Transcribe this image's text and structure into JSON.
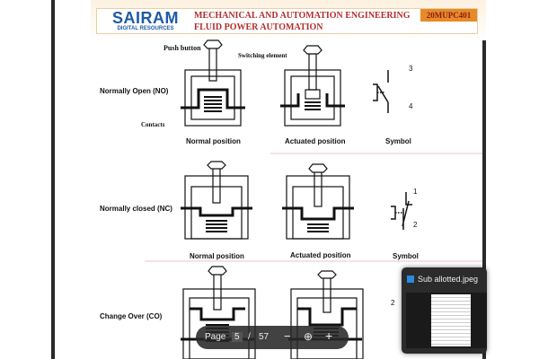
{
  "header": {
    "logo_main": "SAIRAM",
    "logo_sub": "DIGITAL RESOURCES",
    "dept": "MECHANICAL AND AUTOMATION ENGINEERING",
    "subject": "FLUID POWER AUTOMATION",
    "code": "20MUPC401"
  },
  "labels": {
    "push_button": "Push button",
    "switching_element": "Switching element",
    "contacts": "Contacts",
    "normal_position": "Normal position",
    "actuated_position": "Actuated position",
    "symbol": "Symbol"
  },
  "rows": [
    {
      "title": "Normally Open (NO)",
      "pins": [
        "3",
        "4"
      ]
    },
    {
      "title": "Normally closed (NC)",
      "pins": [
        "1",
        "2"
      ]
    },
    {
      "title": "Change Over (CO)",
      "pins": [
        "2"
      ]
    }
  ],
  "toolbar": {
    "page_label": "Page",
    "page": "5",
    "sep": "/",
    "total": "57",
    "zoom_out": "−",
    "zoom_icon": "⊕",
    "zoom_in": "+"
  },
  "popup": {
    "title": "Sub allotted.jpeg"
  },
  "colors": {
    "accent": "#e88a2a",
    "brand": "#1f5aa6",
    "title_red": "#b32d2d"
  }
}
